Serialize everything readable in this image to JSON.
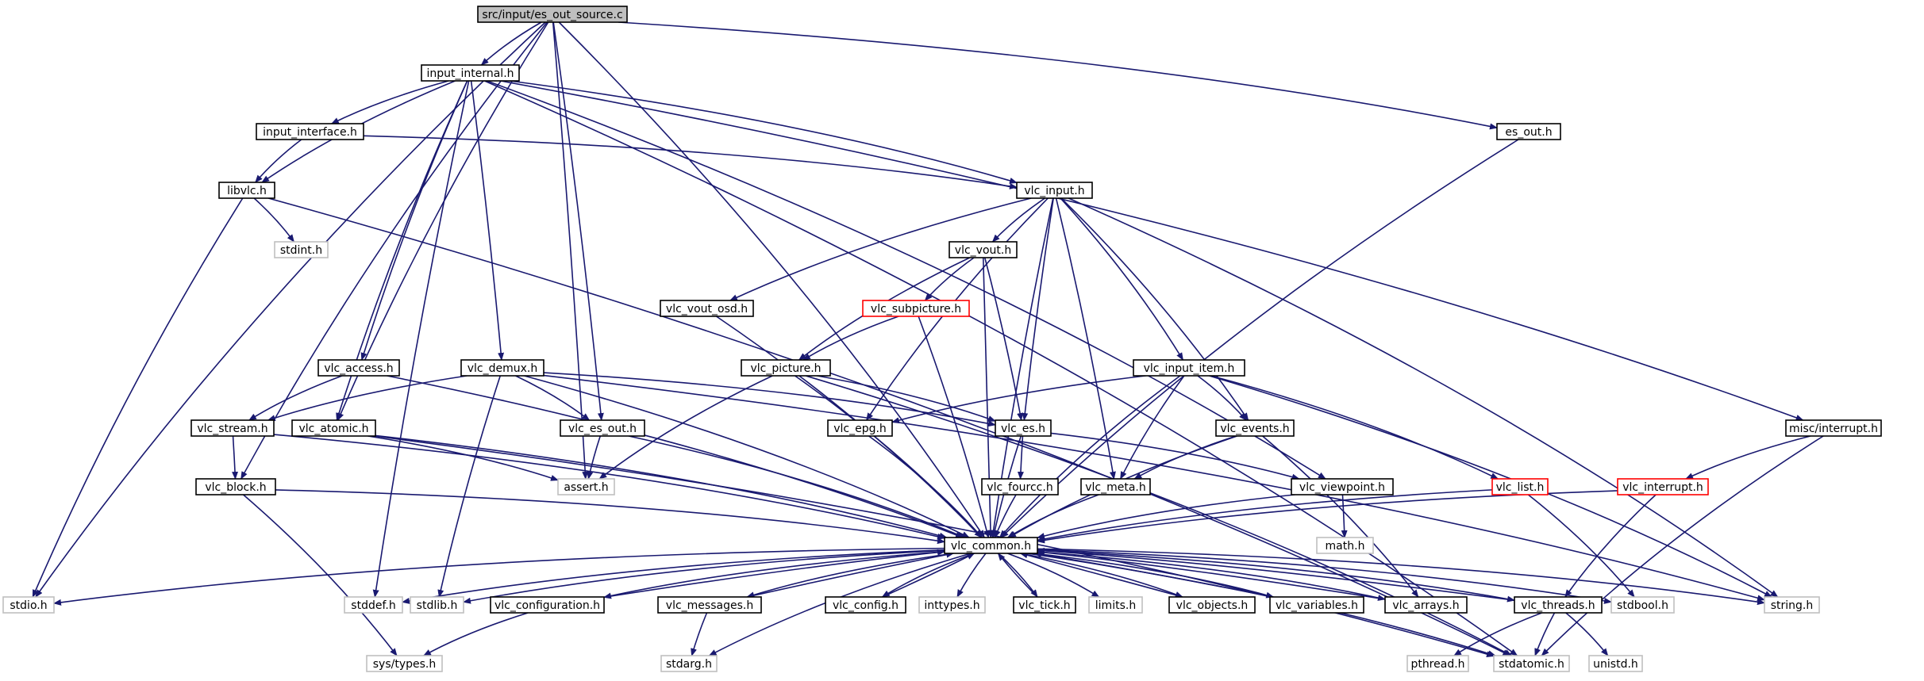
{
  "colors": {
    "edge": "#191970",
    "internal_border": "#000000",
    "external_border": "#bfbfbf",
    "truncated_border": "#ff0000",
    "root_fill": "#bfbfbf",
    "node_fill": "#ffffff"
  },
  "nodes": [
    {
      "id": "src",
      "label": "src/input/es_out_source.c",
      "kind": "root"
    },
    {
      "id": "input_internal",
      "label": "input_internal.h",
      "kind": "internal"
    },
    {
      "id": "es_out",
      "label": "es_out.h",
      "kind": "internal"
    },
    {
      "id": "input_interface",
      "label": "input_interface.h",
      "kind": "internal"
    },
    {
      "id": "libvlc",
      "label": "libvlc.h",
      "kind": "internal"
    },
    {
      "id": "stdint",
      "label": "stdint.h",
      "kind": "external"
    },
    {
      "id": "vlc_input",
      "label": "vlc_input.h",
      "kind": "internal"
    },
    {
      "id": "vlc_vout",
      "label": "vlc_vout.h",
      "kind": "internal"
    },
    {
      "id": "vlc_vout_osd",
      "label": "vlc_vout_osd.h",
      "kind": "internal"
    },
    {
      "id": "vlc_subpicture",
      "label": "vlc_subpicture.h",
      "kind": "truncated"
    },
    {
      "id": "vlc_picture",
      "label": "vlc_picture.h",
      "kind": "internal"
    },
    {
      "id": "vlc_access",
      "label": "vlc_access.h",
      "kind": "internal"
    },
    {
      "id": "vlc_demux",
      "label": "vlc_demux.h",
      "kind": "internal"
    },
    {
      "id": "vlc_input_item",
      "label": "vlc_input_item.h",
      "kind": "internal"
    },
    {
      "id": "misc_interrupt",
      "label": "misc/interrupt.h",
      "kind": "internal"
    },
    {
      "id": "vlc_stream",
      "label": "vlc_stream.h",
      "kind": "internal"
    },
    {
      "id": "vlc_atomic",
      "label": "vlc_atomic.h",
      "kind": "internal"
    },
    {
      "id": "vlc_es_out",
      "label": "vlc_es_out.h",
      "kind": "internal"
    },
    {
      "id": "vlc_epg",
      "label": "vlc_epg.h",
      "kind": "internal"
    },
    {
      "id": "vlc_es",
      "label": "vlc_es.h",
      "kind": "internal"
    },
    {
      "id": "vlc_events",
      "label": "vlc_events.h",
      "kind": "internal"
    },
    {
      "id": "vlc_block",
      "label": "vlc_block.h",
      "kind": "internal"
    },
    {
      "id": "assert",
      "label": "assert.h",
      "kind": "external"
    },
    {
      "id": "vlc_fourcc",
      "label": "vlc_fourcc.h",
      "kind": "internal"
    },
    {
      "id": "vlc_meta",
      "label": "vlc_meta.h",
      "kind": "internal"
    },
    {
      "id": "vlc_viewpoint",
      "label": "vlc_viewpoint.h",
      "kind": "internal"
    },
    {
      "id": "vlc_list",
      "label": "vlc_list.h",
      "kind": "truncated"
    },
    {
      "id": "vlc_interrupt",
      "label": "vlc_interrupt.h",
      "kind": "truncated"
    },
    {
      "id": "math",
      "label": "math.h",
      "kind": "external"
    },
    {
      "id": "vlc_common",
      "label": "vlc_common.h",
      "kind": "internal"
    },
    {
      "id": "stdio",
      "label": "stdio.h",
      "kind": "external"
    },
    {
      "id": "stddef",
      "label": "stddef.h",
      "kind": "external"
    },
    {
      "id": "stdlib",
      "label": "stdlib.h",
      "kind": "external"
    },
    {
      "id": "vlc_configuration",
      "label": "vlc_configuration.h",
      "kind": "internal"
    },
    {
      "id": "vlc_messages",
      "label": "vlc_messages.h",
      "kind": "internal"
    },
    {
      "id": "vlc_config",
      "label": "vlc_config.h",
      "kind": "internal"
    },
    {
      "id": "inttypes",
      "label": "inttypes.h",
      "kind": "external"
    },
    {
      "id": "vlc_tick",
      "label": "vlc_tick.h",
      "kind": "internal"
    },
    {
      "id": "limits",
      "label": "limits.h",
      "kind": "external"
    },
    {
      "id": "vlc_objects",
      "label": "vlc_objects.h",
      "kind": "internal"
    },
    {
      "id": "vlc_variables",
      "label": "vlc_variables.h",
      "kind": "internal"
    },
    {
      "id": "vlc_arrays",
      "label": "vlc_arrays.h",
      "kind": "internal"
    },
    {
      "id": "vlc_threads",
      "label": "vlc_threads.h",
      "kind": "internal"
    },
    {
      "id": "stdbool",
      "label": "stdbool.h",
      "kind": "external"
    },
    {
      "id": "string",
      "label": "string.h",
      "kind": "external"
    },
    {
      "id": "sys_types",
      "label": "sys/types.h",
      "kind": "external"
    },
    {
      "id": "stdarg",
      "label": "stdarg.h",
      "kind": "external"
    },
    {
      "id": "pthread",
      "label": "pthread.h",
      "kind": "external"
    },
    {
      "id": "stdatomic",
      "label": "stdatomic.h",
      "kind": "external"
    },
    {
      "id": "unistd",
      "label": "unistd.h",
      "kind": "external"
    }
  ],
  "edges": [
    [
      "src",
      "input_internal"
    ],
    [
      "src",
      "es_out"
    ],
    [
      "src",
      "stdio"
    ],
    [
      "src",
      "vlc_block"
    ],
    [
      "src",
      "vlc_atomic"
    ],
    [
      "src",
      "assert"
    ],
    [
      "src",
      "vlc_es_out"
    ],
    [
      "src",
      "vlc_common"
    ],
    [
      "input_internal",
      "input_interface"
    ],
    [
      "input_internal",
      "libvlc"
    ],
    [
      "input_internal",
      "vlc_input"
    ],
    [
      "input_internal",
      "vlc_access"
    ],
    [
      "input_internal",
      "vlc_demux"
    ],
    [
      "input_internal",
      "vlc_atomic"
    ],
    [
      "input_internal",
      "vlc_viewpoint"
    ],
    [
      "input_internal",
      "misc_interrupt"
    ],
    [
      "input_internal",
      "stddef"
    ],
    [
      "input_internal",
      "stdatomic"
    ],
    [
      "input_interface",
      "libvlc"
    ],
    [
      "input_interface",
      "vlc_input"
    ],
    [
      "libvlc",
      "stdint"
    ],
    [
      "libvlc",
      "stdio"
    ],
    [
      "libvlc",
      "stdatomic"
    ],
    [
      "es_out",
      "vlc_common"
    ],
    [
      "vlc_input",
      "vlc_vout"
    ],
    [
      "vlc_input",
      "vlc_vout_osd"
    ],
    [
      "vlc_input",
      "vlc_epg"
    ],
    [
      "vlc_input",
      "vlc_es"
    ],
    [
      "vlc_input",
      "vlc_meta"
    ],
    [
      "vlc_input",
      "vlc_input_item"
    ],
    [
      "vlc_input",
      "vlc_events"
    ],
    [
      "vlc_input",
      "vlc_common"
    ],
    [
      "vlc_input",
      "string"
    ],
    [
      "vlc_vout",
      "vlc_subpicture"
    ],
    [
      "vlc_vout",
      "vlc_picture"
    ],
    [
      "vlc_vout",
      "vlc_es"
    ],
    [
      "vlc_vout",
      "vlc_common"
    ],
    [
      "vlc_vout_osd",
      "vlc_common"
    ],
    [
      "vlc_subpicture",
      "vlc_picture"
    ],
    [
      "vlc_subpicture",
      "vlc_common"
    ],
    [
      "vlc_picture",
      "vlc_es"
    ],
    [
      "vlc_picture",
      "assert"
    ],
    [
      "vlc_picture",
      "vlc_common"
    ],
    [
      "vlc_picture",
      "stdatomic"
    ],
    [
      "vlc_access",
      "vlc_stream"
    ],
    [
      "vlc_access",
      "vlc_common"
    ],
    [
      "vlc_demux",
      "vlc_stream"
    ],
    [
      "vlc_demux",
      "vlc_es_out"
    ],
    [
      "vlc_demux",
      "vlc_es"
    ],
    [
      "vlc_demux",
      "vlc_common"
    ],
    [
      "vlc_demux",
      "stdlib"
    ],
    [
      "vlc_demux",
      "string"
    ],
    [
      "vlc_input_item",
      "vlc_epg"
    ],
    [
      "vlc_input_item",
      "vlc_events"
    ],
    [
      "vlc_input_item",
      "vlc_meta"
    ],
    [
      "vlc_input_item",
      "vlc_list"
    ],
    [
      "vlc_input_item",
      "vlc_common"
    ],
    [
      "vlc_input_item",
      "string"
    ],
    [
      "misc_interrupt",
      "vlc_interrupt"
    ],
    [
      "misc_interrupt",
      "stdatomic"
    ],
    [
      "vlc_stream",
      "vlc_block"
    ],
    [
      "vlc_stream",
      "vlc_common"
    ],
    [
      "vlc_atomic",
      "assert"
    ],
    [
      "vlc_atomic",
      "vlc_common"
    ],
    [
      "vlc_atomic",
      "stdatomic"
    ],
    [
      "vlc_es_out",
      "assert"
    ],
    [
      "vlc_es_out",
      "vlc_common"
    ],
    [
      "vlc_epg",
      "vlc_common"
    ],
    [
      "vlc_es",
      "vlc_fourcc"
    ],
    [
      "vlc_es",
      "vlc_viewpoint"
    ],
    [
      "vlc_es",
      "vlc_common"
    ],
    [
      "vlc_events",
      "vlc_meta"
    ],
    [
      "vlc_events",
      "vlc_common"
    ],
    [
      "vlc_events",
      "vlc_arrays"
    ],
    [
      "vlc_block",
      "vlc_common"
    ],
    [
      "vlc_block",
      "sys_types"
    ],
    [
      "vlc_fourcc",
      "vlc_common"
    ],
    [
      "vlc_meta",
      "vlc_common"
    ],
    [
      "vlc_viewpoint",
      "math"
    ],
    [
      "vlc_viewpoint",
      "vlc_common"
    ],
    [
      "vlc_list",
      "vlc_common"
    ],
    [
      "vlc_list",
      "stdbool"
    ],
    [
      "vlc_interrupt",
      "vlc_common"
    ],
    [
      "vlc_interrupt",
      "vlc_threads"
    ],
    [
      "vlc_common",
      "stdio"
    ],
    [
      "vlc_common",
      "stddef"
    ],
    [
      "vlc_common",
      "stdlib"
    ],
    [
      "vlc_common",
      "vlc_configuration"
    ],
    [
      "vlc_common",
      "vlc_messages"
    ],
    [
      "vlc_common",
      "vlc_config"
    ],
    [
      "vlc_common",
      "inttypes"
    ],
    [
      "vlc_common",
      "vlc_tick"
    ],
    [
      "vlc_common",
      "limits"
    ],
    [
      "vlc_common",
      "vlc_objects"
    ],
    [
      "vlc_common",
      "vlc_variables"
    ],
    [
      "vlc_common",
      "vlc_arrays"
    ],
    [
      "vlc_common",
      "vlc_threads"
    ],
    [
      "vlc_common",
      "stdbool"
    ],
    [
      "vlc_common",
      "string"
    ],
    [
      "vlc_common",
      "stdarg"
    ],
    [
      "vlc_common",
      "stdatomic"
    ],
    [
      "vlc_configuration",
      "sys_types"
    ],
    [
      "vlc_configuration",
      "vlc_common"
    ],
    [
      "vlc_messages",
      "stdarg"
    ],
    [
      "vlc_messages",
      "vlc_common"
    ],
    [
      "vlc_config",
      "vlc_common"
    ],
    [
      "vlc_tick",
      "vlc_common"
    ],
    [
      "vlc_objects",
      "vlc_common"
    ],
    [
      "vlc_variables",
      "vlc_common"
    ],
    [
      "vlc_arrays",
      "vlc_common"
    ],
    [
      "vlc_threads",
      "pthread"
    ],
    [
      "vlc_threads",
      "stdatomic"
    ],
    [
      "vlc_threads",
      "unistd"
    ],
    [
      "vlc_threads",
      "vlc_common"
    ]
  ]
}
